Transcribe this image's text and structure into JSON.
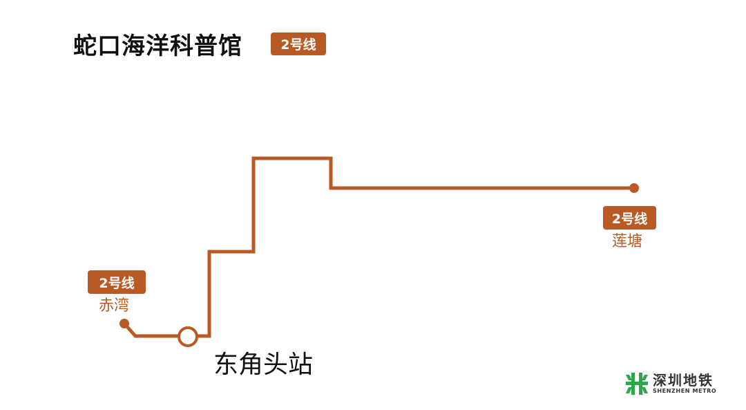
{
  "title": "蛇口海洋科普馆",
  "title_badge": "2号线",
  "line": {
    "name": "2号线",
    "color": "#B95A25"
  },
  "stations": [
    {
      "name": "赤湾",
      "badge": "2号线",
      "role": "terminus-start"
    },
    {
      "name": "东角头站",
      "role": "current"
    },
    {
      "name": "莲塘",
      "badge": "2号线",
      "role": "terminus-end"
    }
  ],
  "logo": {
    "cn": "深圳地铁",
    "en": "SHENZHEN METRO",
    "color": "#2BA84A"
  }
}
